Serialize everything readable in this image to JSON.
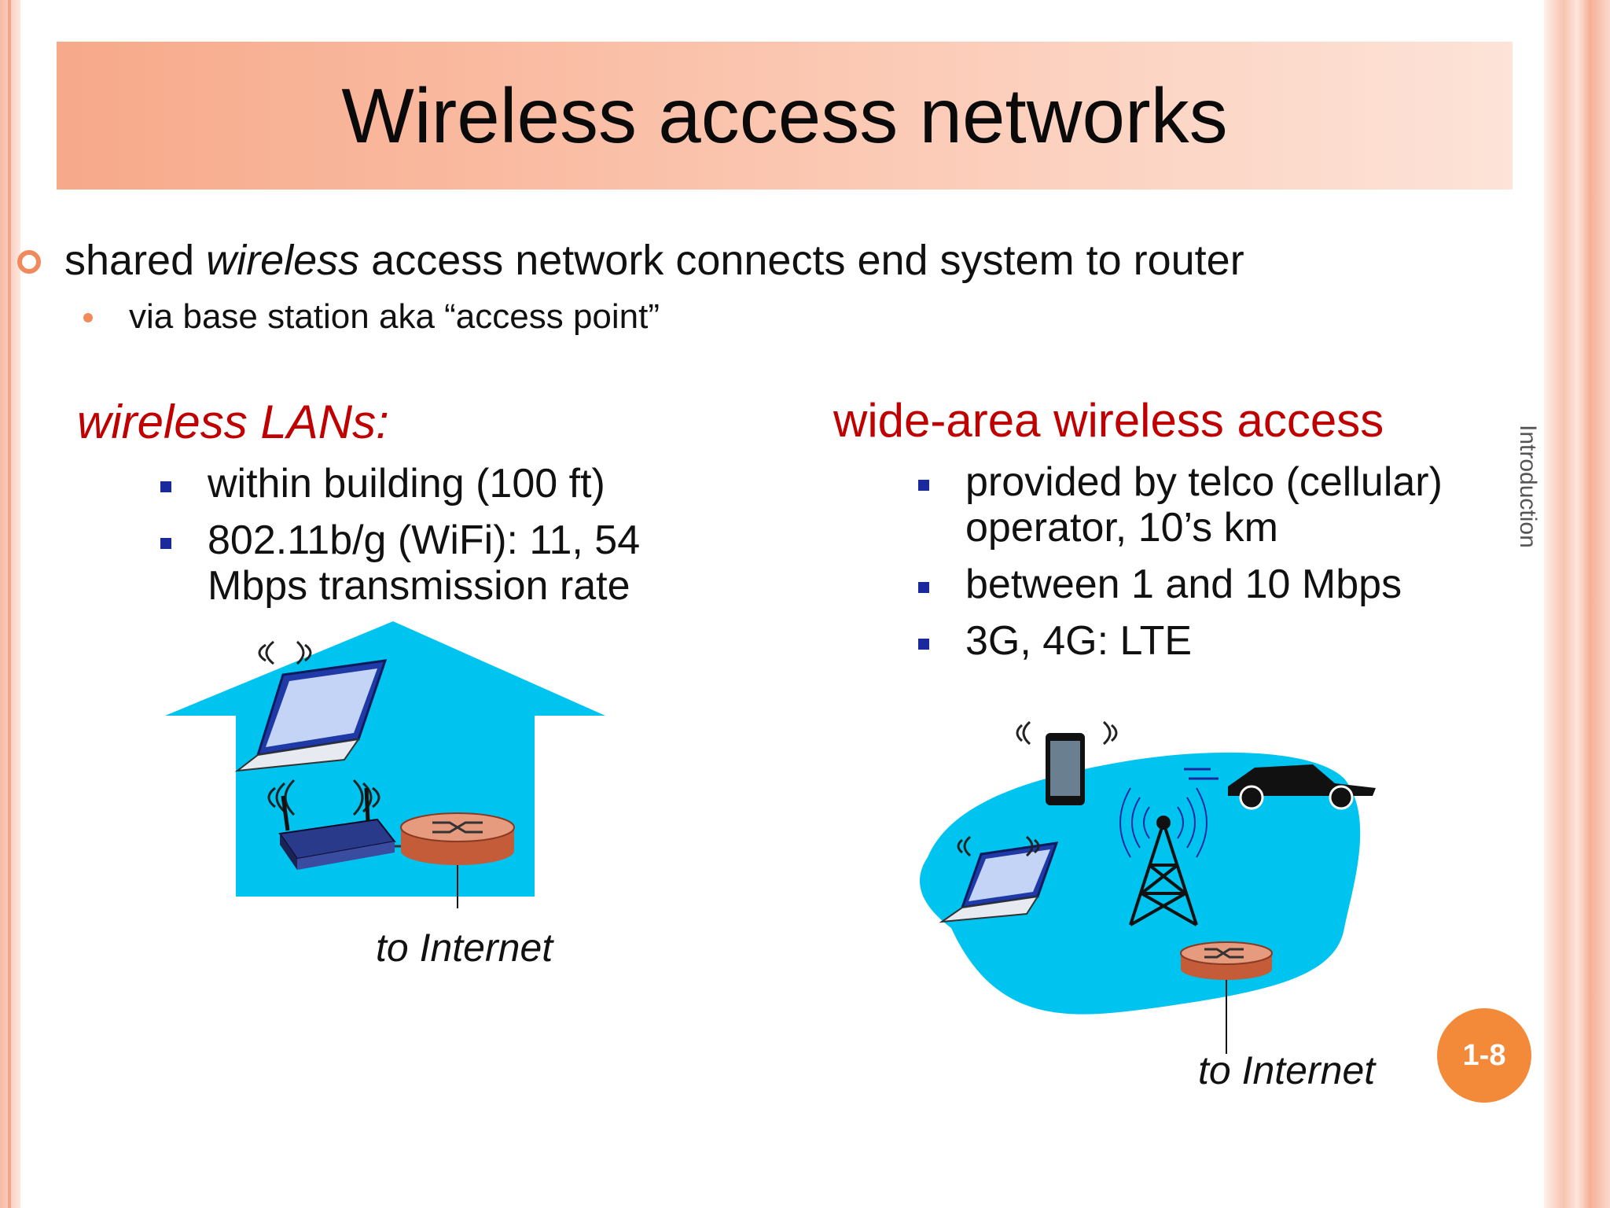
{
  "slide": {
    "title": "Wireless access networks",
    "side_label": "Introduction",
    "page_number": "1-8"
  },
  "bullets": {
    "main_pre": "shared ",
    "main_em": "wireless",
    "main_post": " access network connects end system to router",
    "sub": "via base station aka “access point”"
  },
  "left": {
    "heading": "wireless LANs:",
    "items": [
      "within building (100 ft)",
      "802.11b/g (WiFi): 11, 54 Mbps transmission rate"
    ],
    "caption": "to Internet"
  },
  "right": {
    "heading": "wide-area wireless access",
    "items": [
      "provided by telco (cellular) operator, 10’s km",
      "between 1 and 10 Mbps",
      "3G, 4G:  LTE"
    ],
    "caption": "to Internet"
  },
  "colors": {
    "accent": "#f08a5d",
    "heading_red": "#c00000",
    "bullet_blue": "#1a2a9c",
    "diagram_cyan": "#00c4f0",
    "badge": "#f38a3a"
  }
}
